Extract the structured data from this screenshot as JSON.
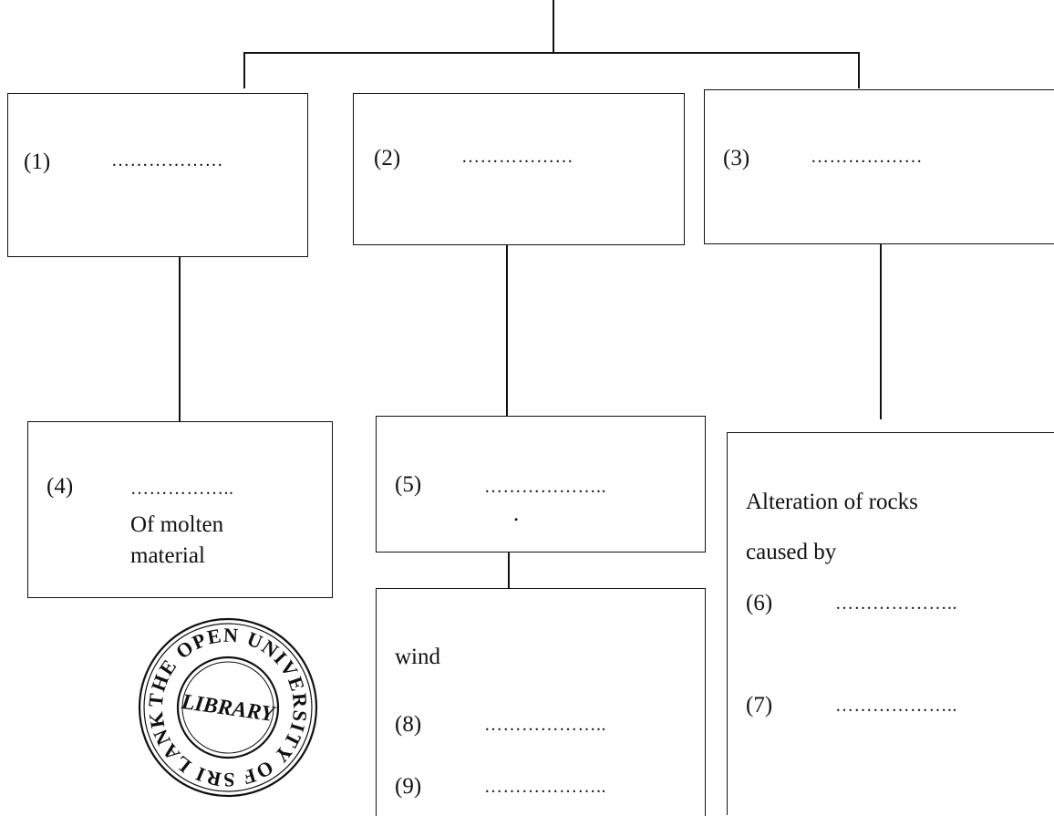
{
  "boxes": {
    "b1": {
      "label": "(1)",
      "blank": "………………"
    },
    "b2": {
      "label": "(2)",
      "blank": "………………"
    },
    "b3": {
      "label": "(3)",
      "blank": "………………"
    },
    "b4": {
      "label": "(4)",
      "blank": "……………..",
      "line1": "Of molten",
      "line2": "material"
    },
    "b5": {
      "label": "(5)",
      "blank": "………………..",
      "mark": "."
    },
    "b6": {
      "line1": "Alteration of rocks",
      "line2": "caused by",
      "item6_label": "(6)",
      "item6_blank": "………………..",
      "item7_label": "(7)",
      "item7_blank": "……………….."
    },
    "b8": {
      "text": "wind",
      "item8_label": "(8)",
      "item8_blank": "………………..",
      "item9_label": "(9)",
      "item9_blank": "……………….."
    }
  },
  "seal": {
    "outer_text": "THE OPEN UNIVERSITY OF SRI LANKA",
    "inner_text": "LIBRARY"
  }
}
